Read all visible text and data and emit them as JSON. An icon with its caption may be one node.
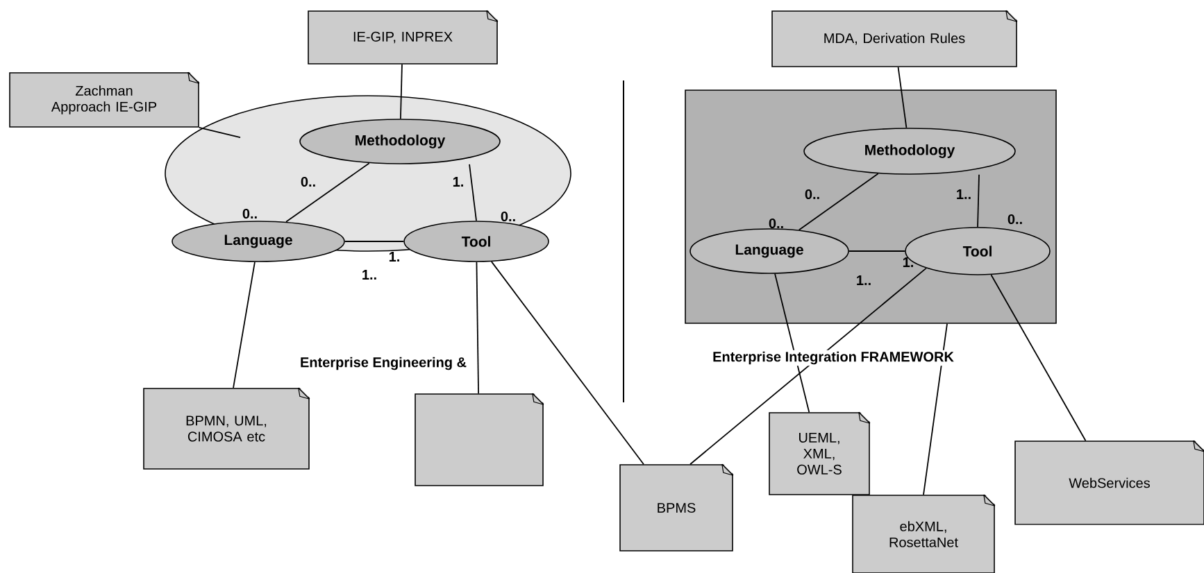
{
  "diagram": {
    "nodes": [
      {
        "text": [
          "IE-GIP, INPREX"
        ]
      },
      {
        "text": [
          "Zachman Approach IE-GIP"
        ]
      },
      {
        "text": [],
        "shape": "ellipse"
      },
      {
        "text": [
          "Methodology"
        ],
        "in": 2
      },
      {
        "text": [
          "Language"
        ],
        "in": 2
      },
      {
        "text": [
          "Tool"
        ],
        "in": 2
      },
      {
        "text": [
          "BPMN, UML, CIMOSA etc"
        ]
      },
      {
        "text": [],
        "shape": "box"
      },
      {
        "text": [
          "MDA, Derivation Rules"
        ]
      },
      {
        "text": [],
        "shape": "box"
      },
      {
        "text": [
          "Methodology"
        ],
        "in": 9
      },
      {
        "text": [
          "Language"
        ],
        "in": 9
      },
      {
        "text": [
          "Tool"
        ],
        "in": 9
      },
      {
        "text": [
          "BPMS"
        ]
      },
      {
        "text": [
          "UEML, XML, OWL-S"
        ]
      },
      {
        "text": [
          "ebXML, RosettaNet"
        ]
      },
      {
        "text": [
          "WebServices"
        ]
      }
    ],
    "edges": [
      {
        "from": 0,
        "to": 3,
        "arrow": "none"
      },
      {
        "from": 1,
        "to": 2,
        "arrow": "none"
      },
      {
        "from": 3,
        "to": 4,
        "arrow": "none"
      },
      {
        "from": 3,
        "to": 5,
        "arrow": "none"
      },
      {
        "from": 4,
        "to": 5,
        "arrow": "none"
      },
      {
        "from": 4,
        "to": 6,
        "arrow": "none"
      },
      {
        "from": 5,
        "to": 7,
        "arrow": "none"
      },
      {
        "from": 5,
        "to": 13,
        "arrow": "none"
      },
      {
        "from": 8,
        "to": 10,
        "arrow": "none"
      },
      {
        "from": 10,
        "to": 11,
        "arrow": "none"
      },
      {
        "from": 10,
        "to": 12,
        "arrow": "none"
      },
      {
        "from": 11,
        "to": 12,
        "arrow": "none"
      },
      {
        "from": 11,
        "to": 14,
        "arrow": "none"
      },
      {
        "from": 12,
        "to": 13,
        "arrow": "none"
      },
      {
        "from": 9,
        "to": 15,
        "arrow": "none"
      },
      {
        "from": 12,
        "to": 16,
        "arrow": "none"
      }
    ],
    "labels": [
      "0..",
      "1.",
      "0..",
      "0..",
      "1.",
      "1..",
      "0..",
      "1..",
      "0..",
      "0..",
      "1.",
      "1..",
      "Enterprise Engineering &",
      "Enterprise Integration FRAMEWORK"
    ]
  }
}
